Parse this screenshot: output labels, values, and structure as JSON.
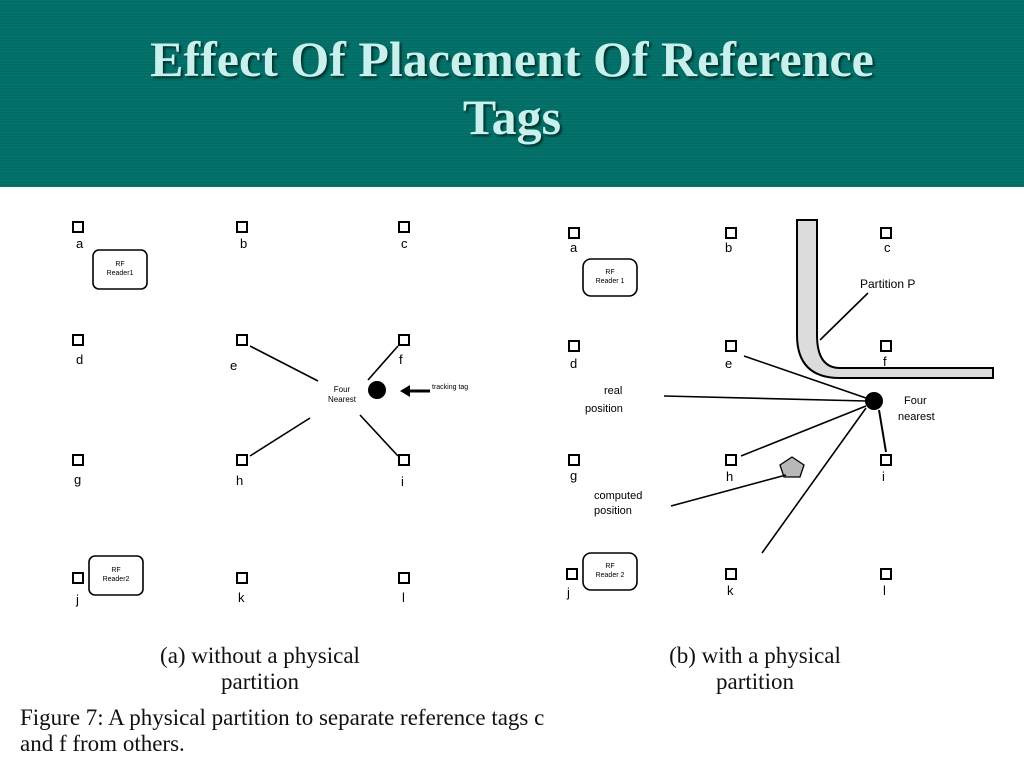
{
  "slide": {
    "title_line1": "Effect Of Placement Of Reference",
    "title_line2": "Tags"
  },
  "diagram_a": {
    "tags": [
      "a",
      "b",
      "c",
      "d",
      "e",
      "f",
      "g",
      "h",
      "i",
      "j",
      "k",
      "l"
    ],
    "reader1": [
      "RF",
      "Reader1"
    ],
    "reader2": [
      "RF",
      "Reader2"
    ],
    "nearest_label": [
      "Four",
      "Nearest"
    ],
    "tracking_label": "tracking tag",
    "caption_line1": "(a) without a physical",
    "caption_line2": "partition"
  },
  "diagram_b": {
    "tags": [
      "a",
      "b",
      "c",
      "d",
      "e",
      "f",
      "g",
      "h",
      "i",
      "j",
      "k",
      "l"
    ],
    "reader1": [
      "RF",
      "Reader 1"
    ],
    "reader2": [
      "RF",
      "Reader 2"
    ],
    "partition_label": "Partition P",
    "real_position_label": [
      "real",
      "position"
    ],
    "four_nearest_label": [
      "Four",
      "nearest"
    ],
    "computed_position_label": [
      "computed",
      "position"
    ],
    "caption_line1": "(b) with a physical",
    "caption_line2": "partition"
  },
  "figure_caption_line1": "Figure 7: A physical partition to separate reference tags c",
  "figure_caption_line2": "and f from others."
}
